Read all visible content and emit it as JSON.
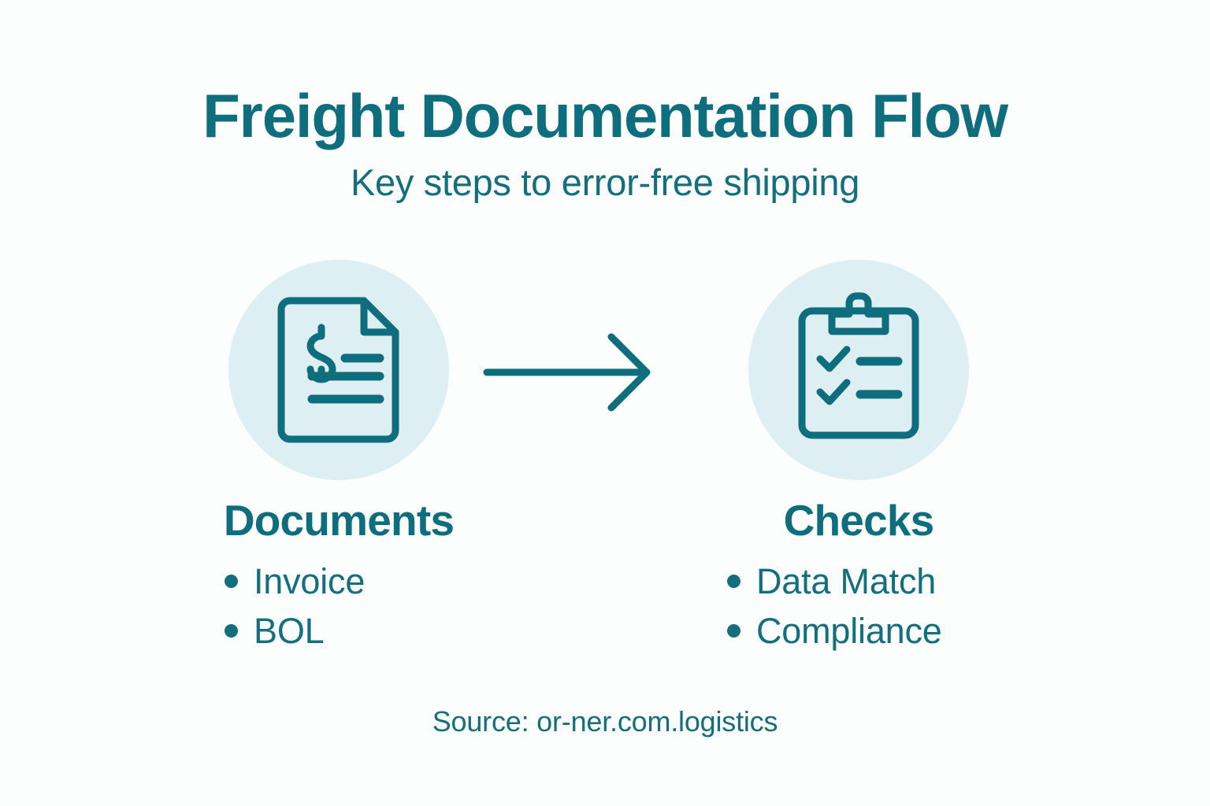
{
  "header": {
    "title": "Freight Documentation Flow",
    "subtitle": "Key steps to error-free shipping"
  },
  "flow": {
    "arrow_icon": "arrow-right-icon",
    "steps": [
      {
        "icon": "invoice-document-icon",
        "heading": "Documents",
        "items": [
          "Invoice",
          "BOL"
        ]
      },
      {
        "icon": "clipboard-checklist-icon",
        "heading": "Checks",
        "items": [
          "Data Match",
          "Compliance"
        ]
      }
    ]
  },
  "footer": {
    "source": "Source: or-ner.com.logistics"
  },
  "colors": {
    "background": "#fcfdfd",
    "teal": "#0e6e7e",
    "teal_text": "#136f7e",
    "circle_fill": "#ddeff2"
  }
}
